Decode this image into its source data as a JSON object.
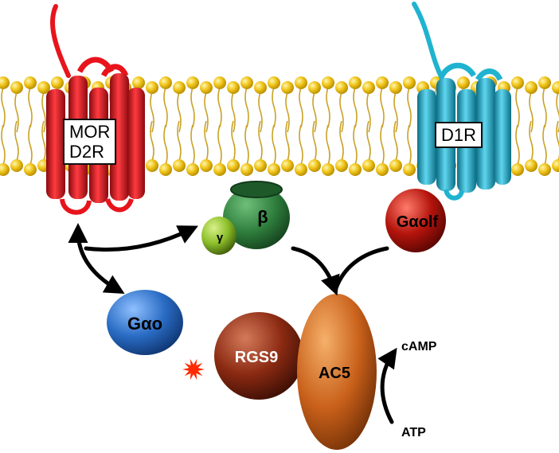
{
  "receptors": {
    "left": {
      "line1": "MOR",
      "line2": "D2R",
      "color": "#e8141c"
    },
    "right": {
      "label": "D1R",
      "color": "#1fb3cf"
    }
  },
  "proteins": {
    "g_alpha_o": {
      "label": "Gαo",
      "color": "#2a6cc4"
    },
    "beta": {
      "label": "β",
      "color": "#2e7d3c"
    },
    "gamma": {
      "label": "γ",
      "color": "#8cbf2a"
    },
    "g_alpha_olf": {
      "label": "Gαolf",
      "color": "#b3140c"
    },
    "rgs9": {
      "label": "RGS9",
      "color": "#8b2a12"
    },
    "ac5": {
      "label": "AC5",
      "color": "#c8601a"
    }
  },
  "metabolites": {
    "camp": "cAMP",
    "atp": "ATP"
  },
  "colors": {
    "membrane_head": "#f0c419",
    "membrane_tail": "#c9a227",
    "star": "#ff2a00"
  }
}
